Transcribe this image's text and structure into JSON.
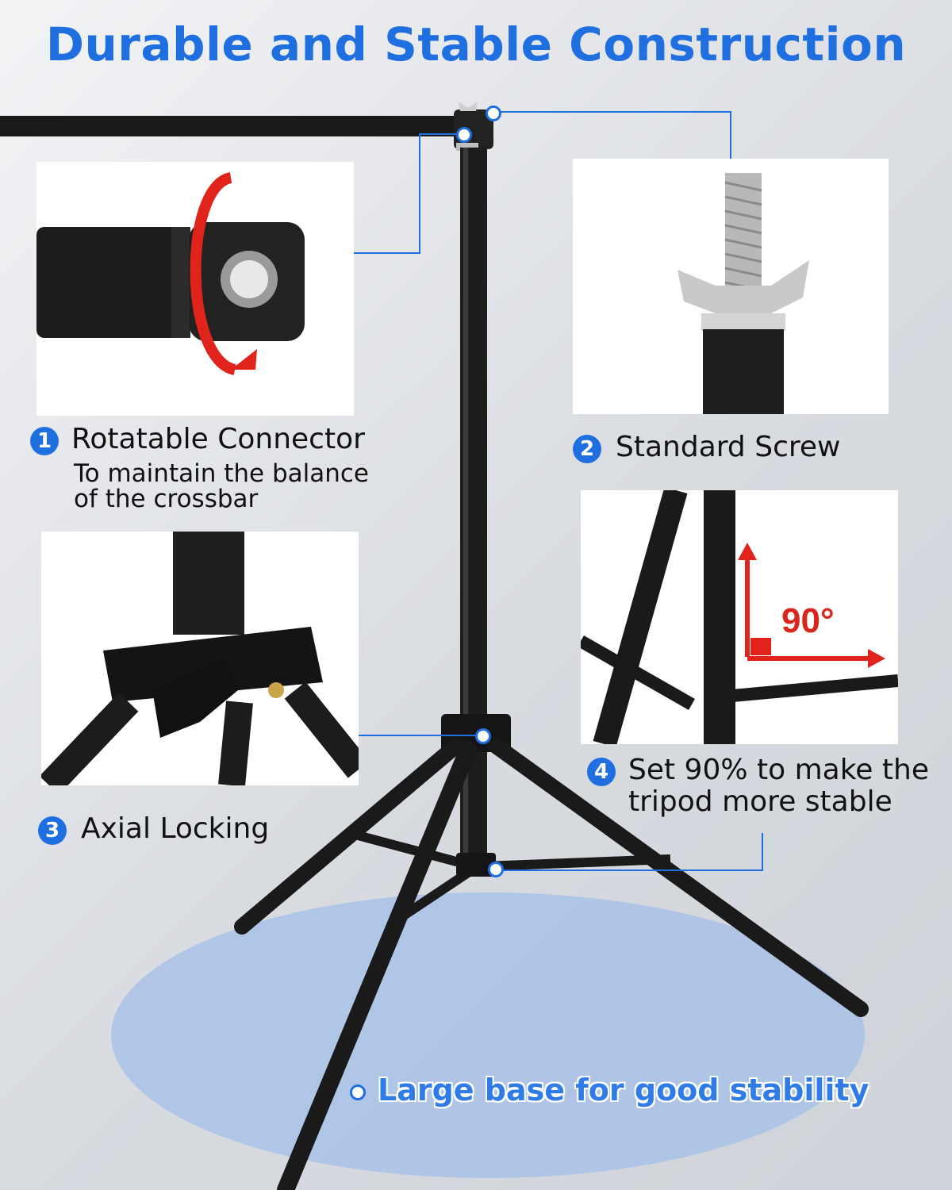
{
  "title": "Durable and Stable Construction",
  "features": [
    {
      "num": "1",
      "label": "Rotatable Connector",
      "desc_line1": "To maintain the balance",
      "desc_line2": "of the crossbar"
    },
    {
      "num": "2",
      "label": "Standard Screw"
    },
    {
      "num": "3",
      "label": "Axial Locking"
    },
    {
      "num": "4",
      "label_line1": "Set 90% to make the",
      "label_line2": "tripod more stable"
    }
  ],
  "angle_label": "90°",
  "base_label": "Large base for good stability",
  "colors": {
    "accent": "#1f6fe0",
    "arrow": "#e0241b",
    "pole": "#1a1a1a"
  }
}
